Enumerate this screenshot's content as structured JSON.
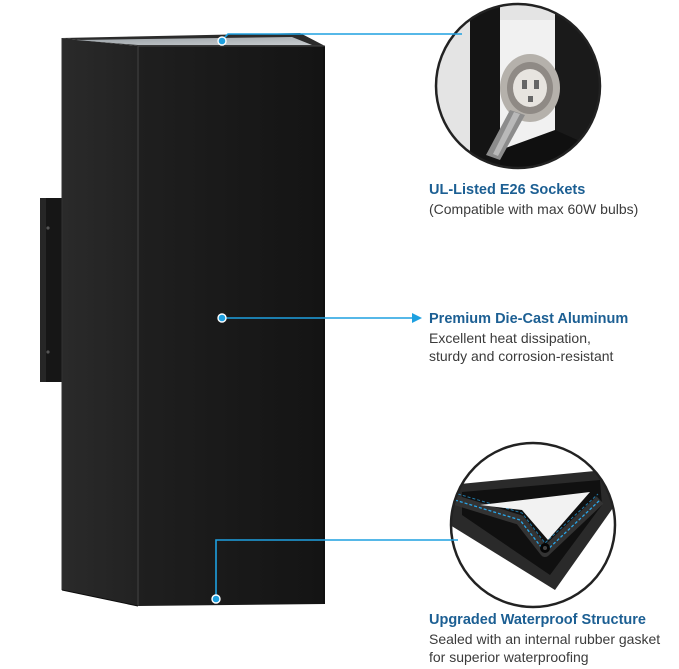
{
  "callouts": [
    {
      "title": "UL-Listed E26 Sockets",
      "lines": [
        "(Compatible with max 60W bulbs)"
      ]
    },
    {
      "title": "Premium Die-Cast Aluminum",
      "lines": [
        "Excellent heat dissipation,",
        "sturdy and corrosion-resistant"
      ]
    },
    {
      "title": "Upgraded Waterproof Structure",
      "lines": [
        "Sealed with an internal rubber gasket",
        "for superior waterproofing"
      ]
    }
  ],
  "colors": {
    "accent": "#1ea0e0",
    "title": "#1c5f93",
    "body": "#3b3b3b",
    "fixture": "#1a1a1a"
  },
  "icons": [
    "socket-closeup-image",
    "gasket-closeup-image",
    "wall-light-fixture-image"
  ]
}
